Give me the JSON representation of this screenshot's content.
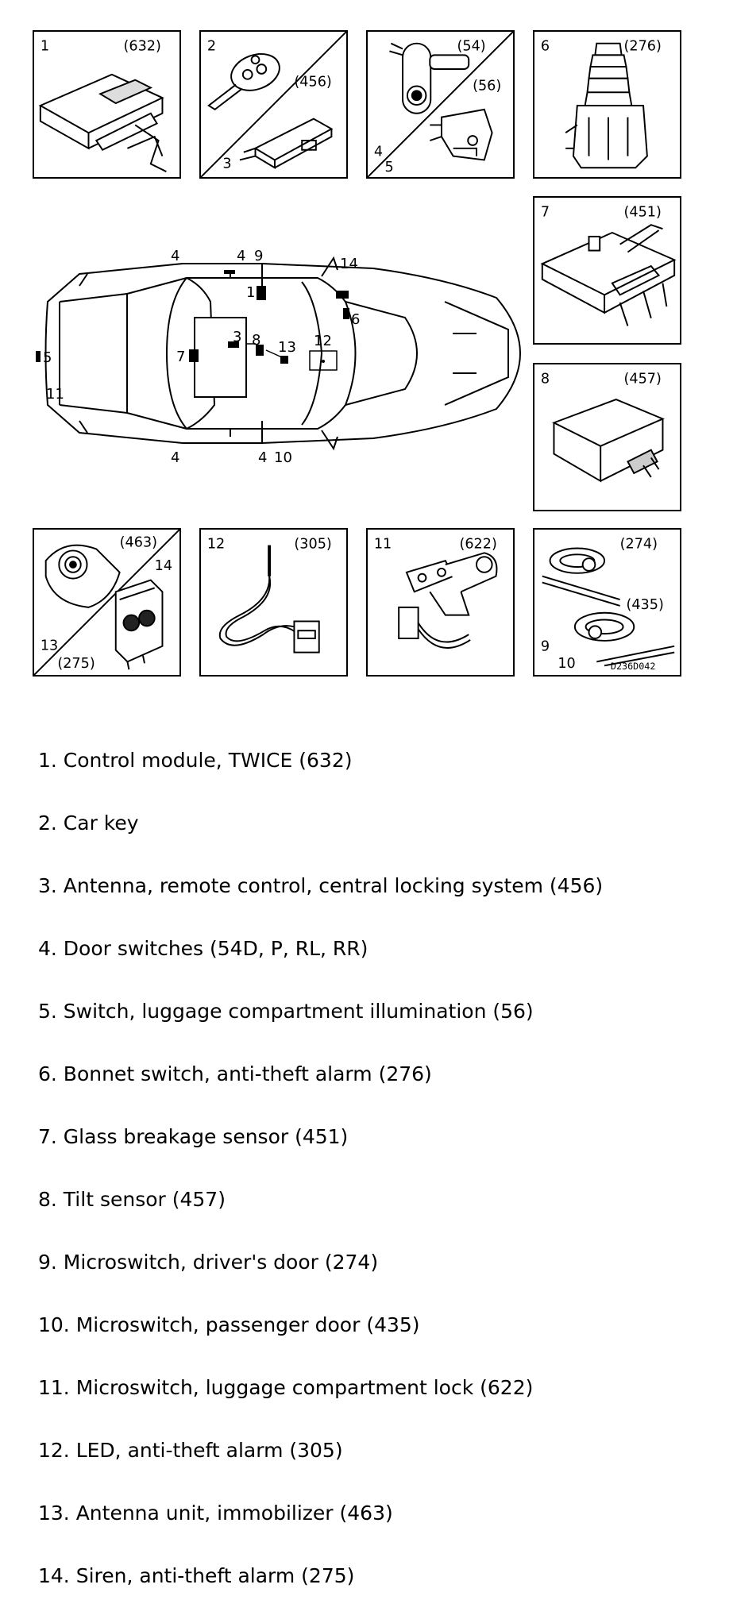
{
  "panels": {
    "p1": {
      "num": "1",
      "code": "(632)"
    },
    "p2": {
      "num_a": "2",
      "num_b": "3",
      "code": "(456)"
    },
    "p3": {
      "num_a": "4",
      "num_b": "5",
      "code_a": "(54)",
      "code_b": "(56)"
    },
    "p4": {
      "num": "6",
      "code": "(276)"
    },
    "p5": {
      "num": "7",
      "code": "(451)"
    },
    "p6": {
      "num": "8",
      "code": "(457)"
    },
    "p7": {
      "num_a": "13",
      "num_b": "14",
      "code_a": "(463)",
      "code_b": "(275)"
    },
    "p8": {
      "num": "12",
      "code": "(305)"
    },
    "p9": {
      "num": "11",
      "code": "(622)"
    },
    "p10": {
      "num_a": "9",
      "num_b": "10",
      "code_a": "(274)",
      "code_b": "(435)",
      "drawing_code": "D236D042"
    }
  },
  "car_labels": {
    "l4a": "4",
    "l4b": "4",
    "l9": "9",
    "l14": "14",
    "l1": "1",
    "l6": "6",
    "l3": "3",
    "l8": "8",
    "l13": "13",
    "l12": "12",
    "l7": "7",
    "l5": "5",
    "l11": "11",
    "l4c": "4",
    "l4d": "4",
    "l10": "10"
  },
  "legend": [
    "1.  Control module, TWICE (632)",
    "2.  Car key",
    "3.  Antenna, remote control, central locking system (456)",
    "4.  Door switches (54D, P, RL, RR)",
    "5.  Switch, luggage compartment illumination (56)",
    "6.  Bonnet switch, anti-theft alarm (276)",
    "7.  Glass breakage sensor (451)",
    "8.  Tilt sensor (457)",
    "9.  Microswitch, driver's door (274)",
    "10. Microswitch, passenger door (435)",
    "11. Microswitch, luggage compartment lock (622)",
    "12. LED, anti-theft alarm (305)",
    "13. Antenna unit, immobilizer (463)",
    "14. Siren, anti-theft alarm (275)"
  ]
}
